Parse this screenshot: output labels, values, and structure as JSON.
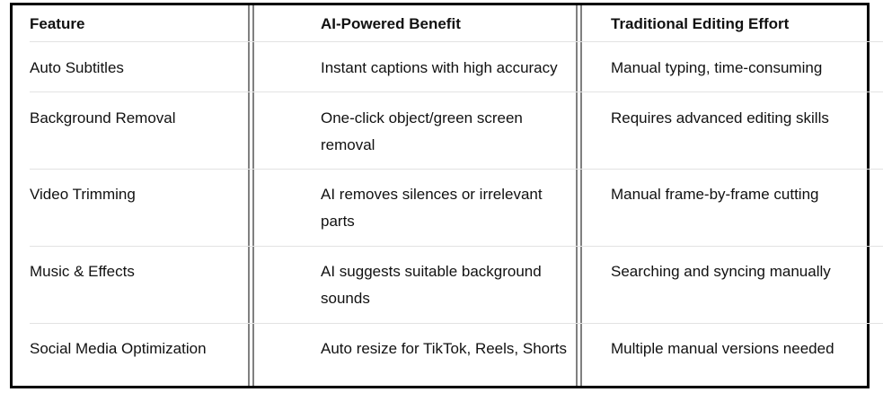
{
  "table": {
    "headers": [
      "Feature",
      "AI-Powered Benefit",
      "Traditional Editing Effort"
    ],
    "rows": [
      [
        "Auto Subtitles",
        "Instant captions with high accuracy",
        "Manual typing, time-consuming"
      ],
      [
        "Background Removal",
        "One-click object/green screen removal",
        "Requires advanced editing skills"
      ],
      [
        "Video Trimming",
        "AI removes silences or irrelevant parts",
        "Manual frame-by-frame cutting"
      ],
      [
        "Music & Effects",
        "AI suggests suitable background sounds",
        "Searching and syncing manually"
      ],
      [
        "Social Media Optimization",
        "Auto resize for TikTok, Reels, Shorts",
        "Multiple manual versions needed"
      ]
    ]
  }
}
